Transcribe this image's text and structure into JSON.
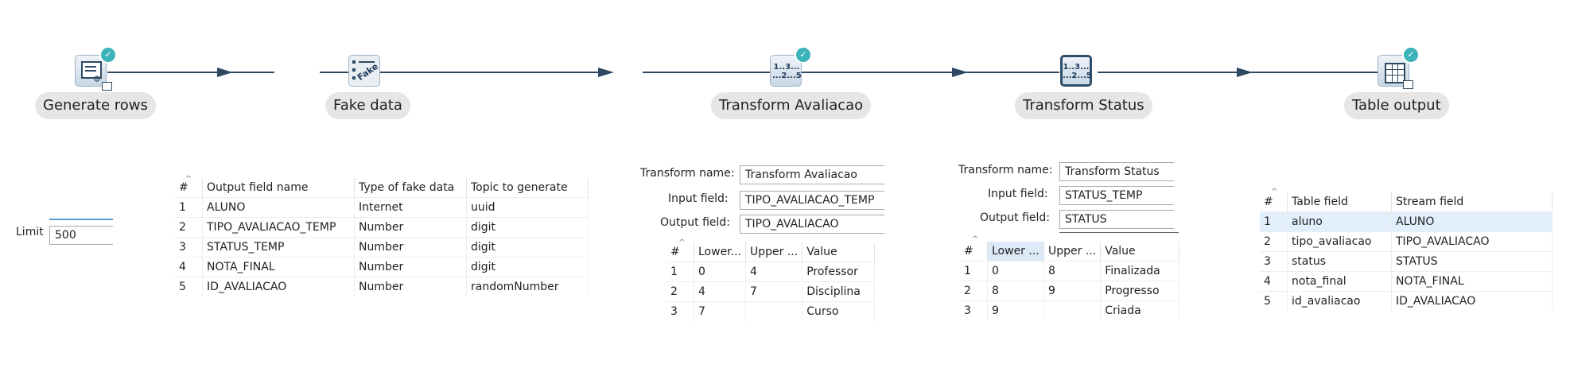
{
  "pipeline": {
    "steps": [
      {
        "label": "Generate rows",
        "icon": "generate-rows-icon",
        "status": "success"
      },
      {
        "label": "Fake data",
        "icon": "fake-data-icon",
        "icon_text": "Fake"
      },
      {
        "label": "Transform Avaliacao",
        "icon": "number-range-icon",
        "status": "success"
      },
      {
        "label": "Transform Status",
        "icon": "number-range-icon",
        "selected": true
      },
      {
        "label": "Table output",
        "icon": "table-output-icon",
        "status": "success"
      }
    ],
    "number_icon_text": {
      "top": "1..3...",
      "bottom": "...2...5"
    },
    "check_glyph": "✓",
    "colors": {
      "hop": "#2e4a63",
      "check": "#3cb3b8",
      "label_bg": "#e6e6e6"
    }
  },
  "generate_rows": {
    "limit_label": "Limit",
    "limit_value": "500"
  },
  "fake_data": {
    "columns": [
      "#",
      "Output field name",
      "Type of fake data",
      "Topic to generate"
    ],
    "rows": [
      [
        "1",
        "ALUNO",
        "Internet",
        "uuid"
      ],
      [
        "2",
        "TIPO_AVALIACAO_TEMP",
        "Number",
        "digit"
      ],
      [
        "3",
        "STATUS_TEMP",
        "Number",
        "digit"
      ],
      [
        "4",
        "NOTA_FINAL",
        "Number",
        "digit"
      ],
      [
        "5",
        "ID_AVALIACAO",
        "Number",
        "randomNumber"
      ]
    ]
  },
  "transform_avaliacao": {
    "transform_name_label": "Transform name:",
    "transform_name": "Transform Avaliacao",
    "input_field_label": "Input field:",
    "input_field": "TIPO_AVALIACAO_TEMP",
    "output_field_label": "Output field:",
    "output_field": "TIPO_AVALIACAO",
    "columns": [
      "#",
      "Lower...",
      "Upper ...",
      "Value"
    ],
    "rows": [
      [
        "1",
        "0",
        "4",
        "Professor"
      ],
      [
        "2",
        "4",
        "7",
        "Disciplina"
      ],
      [
        "3",
        "7",
        "",
        "Curso"
      ]
    ]
  },
  "transform_status": {
    "transform_name_label": "Transform name:",
    "transform_name": "Transform Status",
    "input_field_label": "Input field:",
    "input_field": "STATUS_TEMP",
    "output_field_label": "Output field:",
    "output_field": "STATUS",
    "columns": [
      "#",
      "Lower ...",
      "Upper ...",
      "Value"
    ],
    "rows": [
      [
        "1",
        "0",
        "8",
        "Finalizada"
      ],
      [
        "2",
        "8",
        "9",
        "Progresso"
      ],
      [
        "3",
        "9",
        "",
        "Criada"
      ]
    ]
  },
  "table_output": {
    "columns": [
      "#",
      "Table field",
      "Stream field"
    ],
    "rows": [
      [
        "1",
        "aluno",
        "ALUNO"
      ],
      [
        "2",
        "tipo_avaliacao",
        "TIPO_AVALIACAO"
      ],
      [
        "3",
        "status",
        "STATUS"
      ],
      [
        "4",
        "nota_final",
        "NOTA_FINAL"
      ],
      [
        "5",
        "id_avaliacao",
        "ID_AVALIACAO"
      ]
    ]
  }
}
